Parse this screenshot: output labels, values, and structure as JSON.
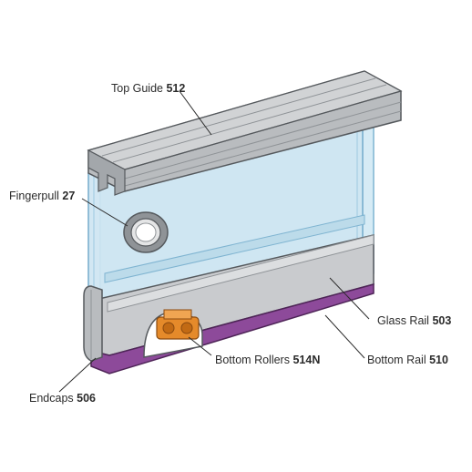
{
  "labels": {
    "top_guide": {
      "text": "Top Guide",
      "code": "512"
    },
    "fingerpull": {
      "text": "Fingerpull",
      "code": "27"
    },
    "glass_rail": {
      "text": "Glass Rail",
      "code": "503"
    },
    "bottom_rollers": {
      "text": "Bottom Rollers",
      "code": "514N"
    },
    "bottom_rail": {
      "text": "Bottom Rail",
      "code": "510"
    },
    "endcaps": {
      "text": "Endcaps",
      "code": "506"
    }
  },
  "colors": {
    "glass": "#cfe6f2",
    "glass_edge": "#7fb4d1",
    "aluminium": "#b9bcbf",
    "aluminium_dark": "#8f9397",
    "bottom_rail": "#8d4a9a",
    "roller": "#e58a2a"
  }
}
